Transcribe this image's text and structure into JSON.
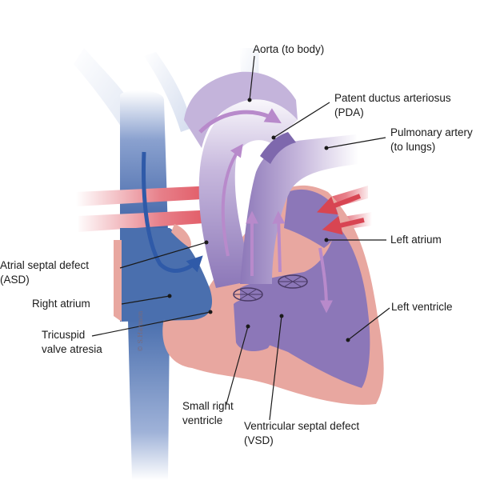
{
  "diagram": {
    "colors": {
      "venous_blue": "#4a6fae",
      "venous_light": "#c9d4ea",
      "heart_pink": "#e8a7a0",
      "heart_pink_light": "#f3c9c2",
      "mixed_purple": "#8c77b8",
      "purple_light": "#cbbde0",
      "oxygenated_red": "#e1545f",
      "flow_arrow": "#b88acb"
    },
    "labels": {
      "aorta_line1": "Aorta (to body)",
      "pda_line1": "Patent ductus arteriosus",
      "pda_line2": "(PDA)",
      "pulmonary_artery_line1": "Pulmonary artery",
      "pulmonary_artery_line2": "(to lungs)",
      "left_atrium": "Left atrium",
      "asd_line1": "Atrial septal defect",
      "asd_line2": "(ASD)",
      "right_atrium": "Right atrium",
      "left_ventricle": "Left ventricle",
      "tricuspid_line1": "Tricuspid",
      "tricuspid_line2": "valve atresia",
      "small_rv_line1": "Small right",
      "small_rv_line2": "ventricle",
      "vsd_line1": "Ventricular septal defect",
      "vsd_line2": "(VSD)"
    },
    "signature": "© S.Harmon"
  }
}
